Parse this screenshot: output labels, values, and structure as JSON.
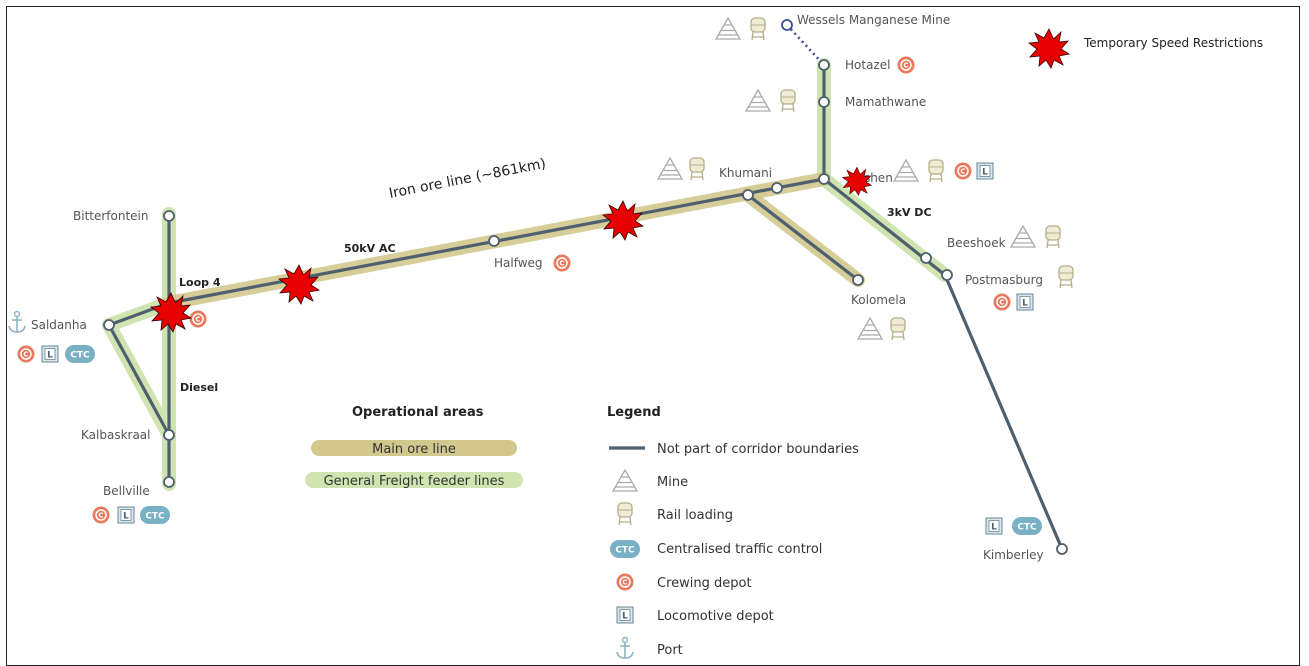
{
  "title": "Iron ore line (~861km)",
  "stations": {
    "wessels": "Wessels Manganese Mine",
    "hotazel": "Hotazel",
    "mamathwane": "Mamathwane",
    "khumani": "Khumani",
    "sishen": "Sishen",
    "beeshoek": "Beeshoek",
    "postmasburg": "Postmasburg",
    "kolomela": "Kolomela",
    "kimberley": "Kimberley",
    "halfweg": "Halfweg",
    "bitterfontein": "Bitterfontein",
    "saldanha": "Saldanha",
    "kalbaskraal": "Kalbaskraal",
    "bellville": "Bellville"
  },
  "annotations": {
    "loop4": "Loop 4",
    "ac": "50kV AC",
    "dc": "3kV DC",
    "diesel": "Diesel"
  },
  "badges": {
    "crew": "C",
    "loco": "L",
    "ctc": "CTC"
  },
  "tsr_label": "Temporary Speed Restrictions",
  "operational": {
    "title": "Operational areas",
    "main": "Main ore line",
    "freight": "General Freight feeder lines"
  },
  "legend": {
    "title": "Legend",
    "not_part": "Not part of corridor boundaries",
    "mine": "Mine",
    "rail_loading": "Rail loading",
    "ctc": "Centralised traffic control",
    "crewing": "Crewing depot",
    "loco": "Locomotive depot",
    "port": "Port"
  },
  "colors": {
    "track": "#4e5f6e",
    "main_ore": "#d2c88e",
    "freight": "#cfe4b0",
    "crew": "#ea7a5e",
    "ctc": "#79b0c4",
    "tsr": "#e60000",
    "frame": "#222222"
  }
}
